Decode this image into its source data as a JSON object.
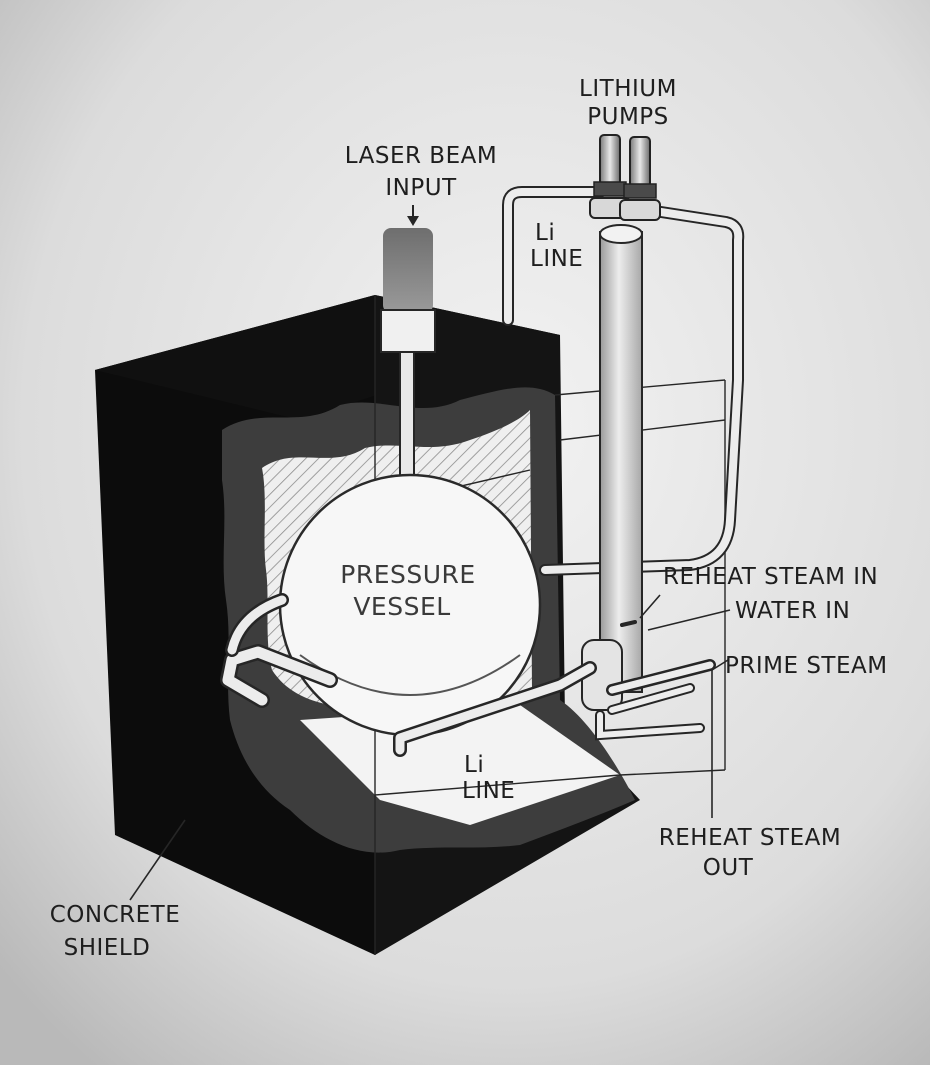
{
  "labels": {
    "lithium_pumps": [
      "LITHIUM",
      "PUMPS"
    ],
    "laser_beam_input": [
      "LASER BEAM",
      "INPUT"
    ],
    "li_line_top": [
      "Li",
      "LINE"
    ],
    "pressure_vessel": [
      "PRESSURE",
      "VESSEL"
    ],
    "reheat_steam_in": "REHEAT STEAM IN",
    "water_in": "WATER IN",
    "prime_steam": "PRIME STEAM",
    "li_line_bottom": [
      "Li",
      "LINE"
    ],
    "reheat_steam_out": [
      "REHEAT STEAM",
      "OUT"
    ],
    "concrete_shield": [
      "CONCRETE",
      "SHIELD"
    ]
  },
  "colors": {
    "background": "#d8d8d8",
    "shield": "#0c0c0c",
    "shield_inner": "#1a1a1a",
    "cavity": "#f1f1f1",
    "vessel": "#f7f7f7",
    "pipe": "#e9e9e9",
    "ink": "#262626"
  }
}
